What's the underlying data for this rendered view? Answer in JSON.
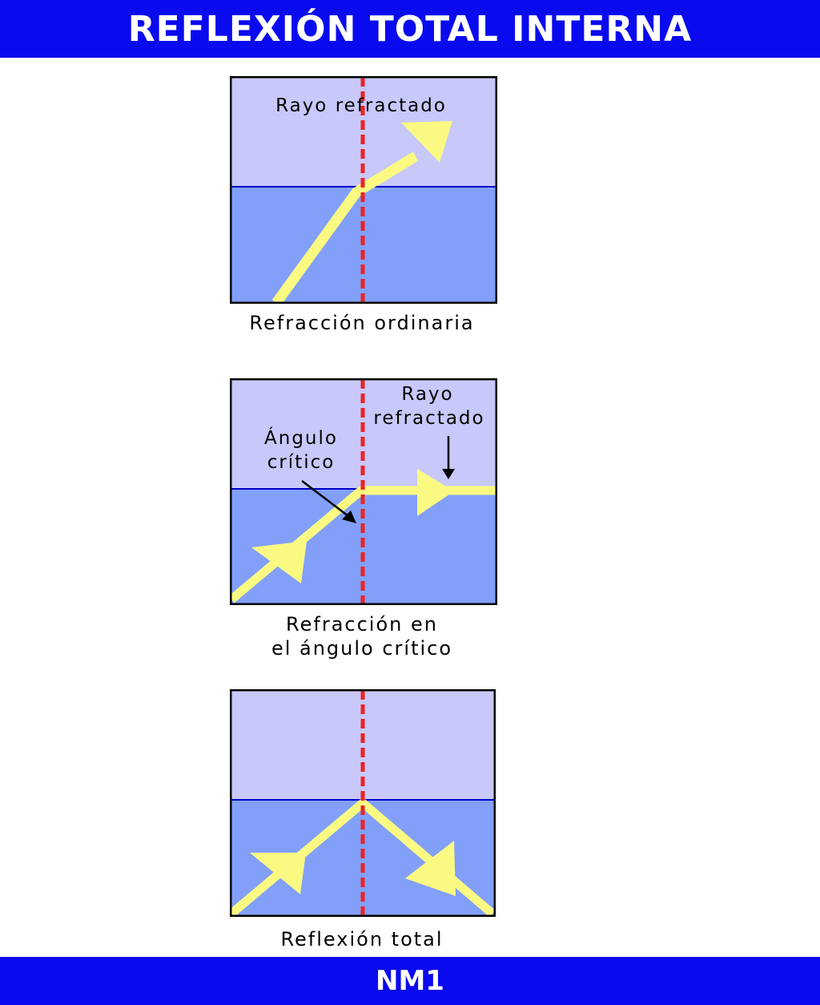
{
  "header": {
    "title": "REFLEXIÓN TOTAL INTERNA"
  },
  "footer": {
    "label": "NM1"
  },
  "colors": {
    "banner": "#0a0aee",
    "upper_medium": "#c8c8fa",
    "lower_medium": "#82a0fa",
    "ray": "#fafa82",
    "normal_line": "#ee2222",
    "interface_line": "#0000cc"
  },
  "panels": [
    {
      "id": "ordinary",
      "labels": [
        "Rayo refractado"
      ],
      "caption": [
        "Refracción ordinaria"
      ]
    },
    {
      "id": "critical",
      "labels": [
        "Rayo",
        "refractado",
        "Ángulo",
        "crítico"
      ],
      "caption": [
        "Refracción en",
        "el ángulo crítico"
      ]
    },
    {
      "id": "total",
      "labels": [],
      "caption": [
        "Reflexión total"
      ]
    }
  ]
}
